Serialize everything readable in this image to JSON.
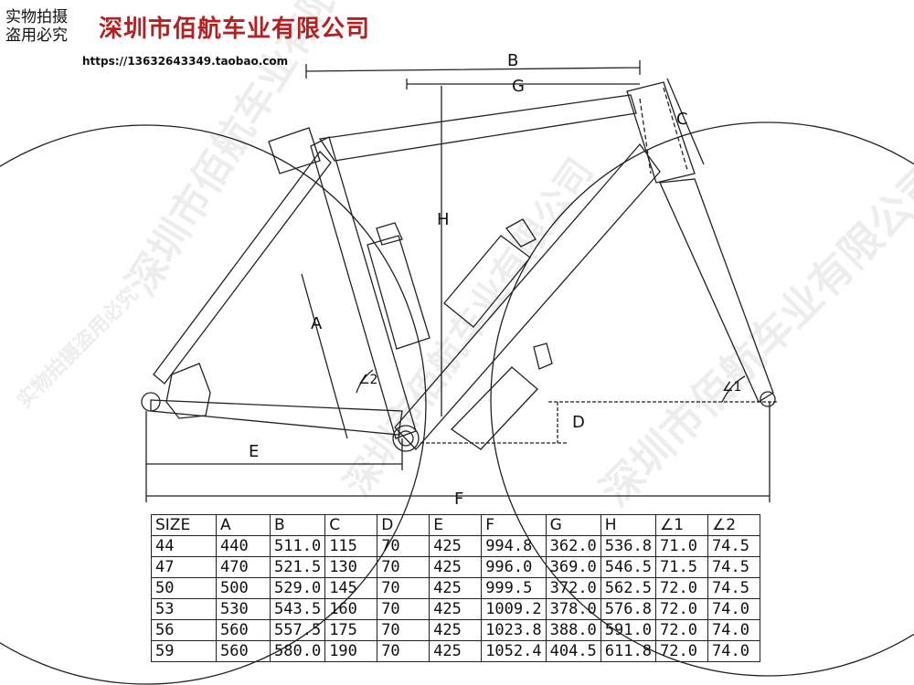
{
  "header": {
    "brand_small_line1": "实物拍摄",
    "brand_small_line2": "盗用必究",
    "brand_name": "深圳市佰航车业有限公司",
    "url": "https://13632643349.taobao.com"
  },
  "watermark": {
    "text": "深圳市佰航车业有限公司",
    "text_small": "实物拍摄盗用必究"
  },
  "dimension_labels": {
    "A": "A",
    "B": "B",
    "C": "C",
    "D": "D",
    "E": "E",
    "F": "F",
    "G": "G",
    "H": "H",
    "L1": "∠1",
    "L2": "∠2"
  },
  "table": {
    "headers": [
      "SIZE",
      "A",
      "B",
      "C",
      "D",
      "E",
      "F",
      "G",
      "H",
      "∠1",
      "∠2"
    ],
    "rows": [
      [
        "44",
        "440",
        "511.0",
        "115",
        "70",
        "425",
        "994.8",
        "362.0",
        "536.8",
        "71.0",
        "74.5"
      ],
      [
        "47",
        "470",
        "521.5",
        "130",
        "70",
        "425",
        "996.0",
        "369.0",
        "546.5",
        "71.5",
        "74.5"
      ],
      [
        "50",
        "500",
        "529.0",
        "145",
        "70",
        "425",
        "999.5",
        "372.0",
        "562.5",
        "72.0",
        "74.5"
      ],
      [
        "53",
        "530",
        "543.5",
        "160",
        "70",
        "425",
        "1009.2",
        "378.0",
        "576.8",
        "72.0",
        "74.0"
      ],
      [
        "56",
        "560",
        "557.5",
        "175",
        "70",
        "425",
        "1023.8",
        "388.0",
        "591.0",
        "72.0",
        "74.0"
      ],
      [
        "59",
        "560",
        "580.0",
        "190",
        "70",
        "425",
        "1052.4",
        "404.5",
        "611.8",
        "72.0",
        "74.0"
      ]
    ]
  },
  "colors": {
    "brand": "#b22222",
    "line": "#222222"
  }
}
